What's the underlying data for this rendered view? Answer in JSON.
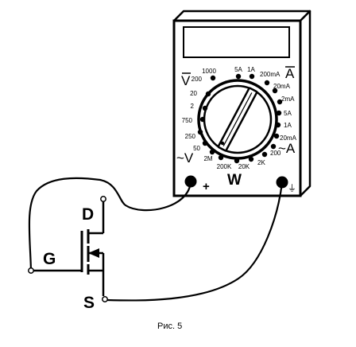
{
  "multimeter": {
    "scale_labels": [
      "1000",
      "5A",
      "1A",
      "200mA",
      "20mA",
      "2mA",
      "5A",
      "1A",
      "20mA",
      "200",
      "2K",
      "20K",
      "200K",
      "2M",
      "50",
      "250",
      "750",
      "2",
      "20",
      "200"
    ],
    "voltage_dc_symbol": "V",
    "current_dc_symbol": "A",
    "voltage_ac_symbol": "~V",
    "current_ac_symbol": "~A",
    "resistance_symbol": "W",
    "plus_terminal_symbol": "+",
    "ground_terminal_symbol": "⏚"
  },
  "transistor": {
    "drain_label": "D",
    "gate_label": "G",
    "source_label": "S"
  },
  "caption": "Рис. 5"
}
